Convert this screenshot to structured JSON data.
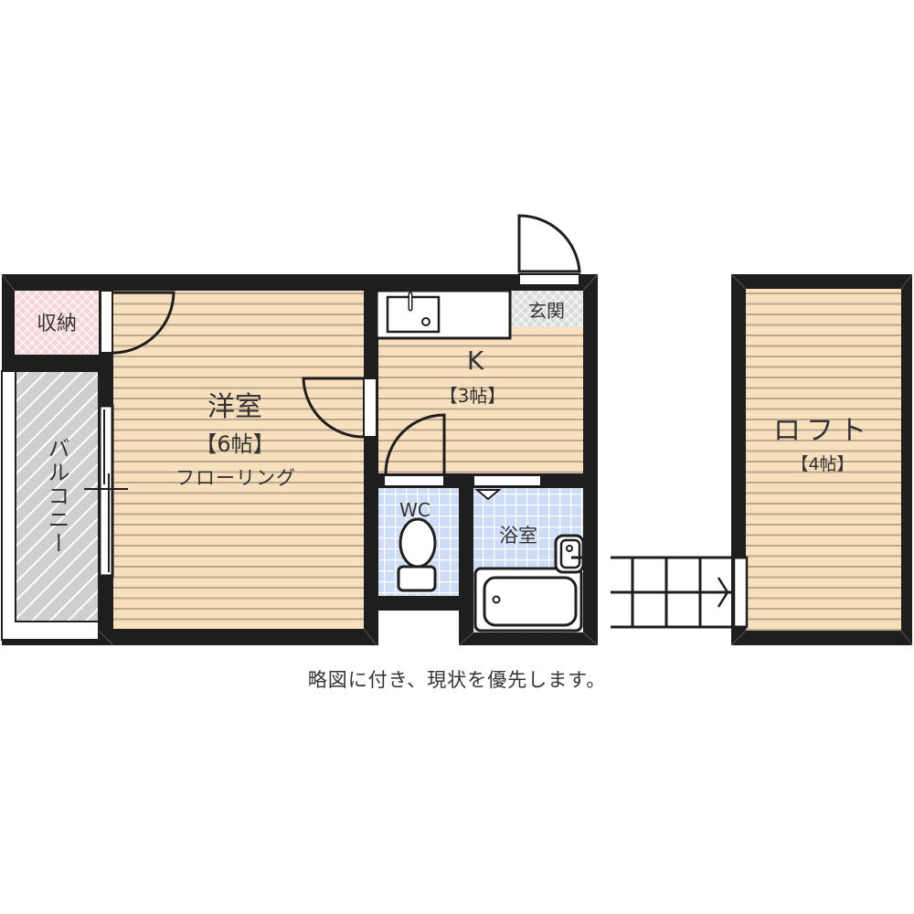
{
  "floor_plan": {
    "rooms": {
      "storage": {
        "name": "収納"
      },
      "balcony": {
        "name": "バルコニー"
      },
      "western_room": {
        "name": "洋室",
        "size": "【6帖】",
        "floor": "フローリング"
      },
      "kitchen": {
        "name": "K",
        "size": "【3帖】"
      },
      "entrance": {
        "name": "玄関"
      },
      "toilet": {
        "name": "WC"
      },
      "bathroom": {
        "name": "浴室"
      },
      "loft": {
        "name": "ロフト",
        "size": "【4帖】"
      }
    },
    "note": "略図に付き、現状を優先します。"
  },
  "colors": {
    "wall": "#1e1e1e",
    "wood_floor": "#f8dfbd",
    "wood_line": "#b9a88f",
    "tile_floor": "#cfdcf6",
    "storage_floor": "#f5d5d8",
    "balcony_floor": "#cfcfcf",
    "entrance_floor": "#dcdcdc"
  }
}
